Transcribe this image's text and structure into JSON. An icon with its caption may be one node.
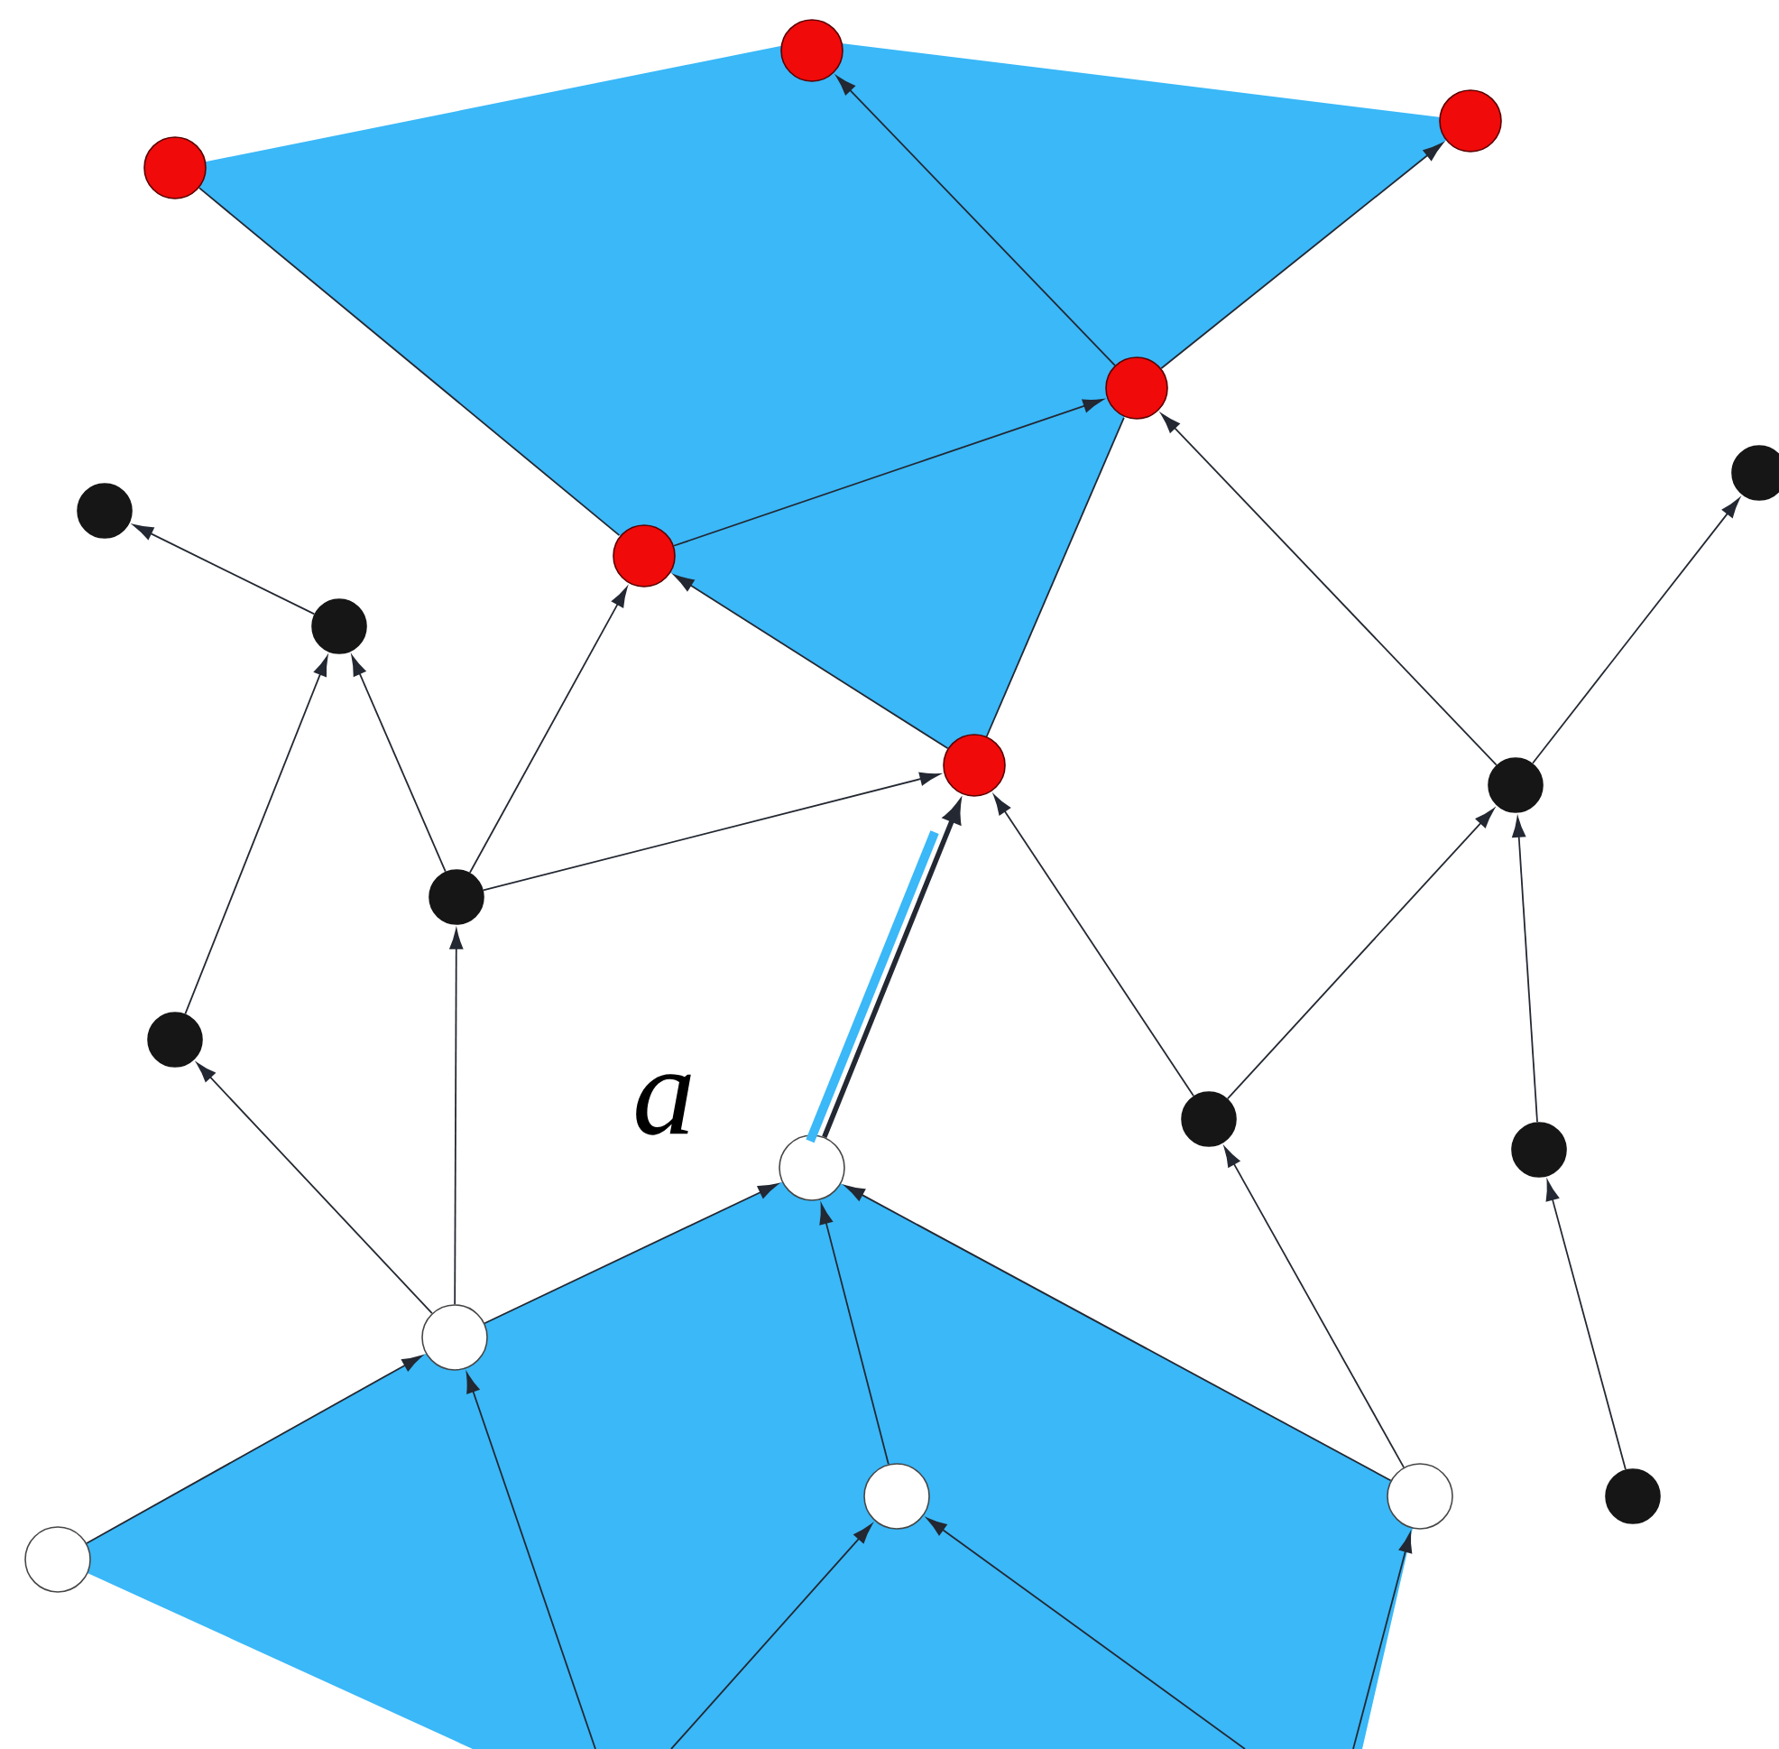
{
  "diagram": {
    "nodes": [
      {
        "text": [],
        "shape": "circle"
      },
      {
        "text": [],
        "shape": "circle"
      },
      {
        "text": [],
        "shape": "circle"
      },
      {
        "text": [],
        "shape": "circle"
      },
      {
        "text": [],
        "shape": "circle"
      },
      {
        "text": [],
        "shape": "circle"
      },
      {
        "text": [],
        "shape": "circle"
      },
      {
        "text": [],
        "shape": "circle"
      },
      {
        "text": [],
        "shape": "circle"
      },
      {
        "text": [],
        "shape": "circle"
      },
      {
        "text": [],
        "shape": "circle"
      },
      {
        "text": [],
        "shape": "circle"
      },
      {
        "text": [],
        "shape": "circle"
      },
      {
        "text": [],
        "shape": "circle"
      },
      {
        "text": [],
        "shape": "circle",
        "beside": [
          "a"
        ]
      },
      {
        "text": [],
        "shape": "circle"
      },
      {
        "text": [],
        "shape": "circle"
      },
      {
        "text": [],
        "shape": "circle"
      },
      {
        "text": [],
        "shape": "circle"
      },
      {
        "text": [],
        "shape": "circle"
      }
    ],
    "edges": [
      {
        "from": 7,
        "to": 5,
        "arrow": "to"
      },
      {
        "from": 10,
        "to": 7,
        "arrow": "to"
      },
      {
        "from": 11,
        "to": 7,
        "arrow": "to"
      },
      {
        "from": 10,
        "to": 6,
        "arrow": "to"
      },
      {
        "from": 10,
        "to": 8,
        "arrow": "to"
      },
      {
        "from": 15,
        "to": 11,
        "arrow": "to"
      },
      {
        "from": 15,
        "to": 10,
        "arrow": "to"
      },
      {
        "from": 19,
        "to": 15,
        "arrow": "to"
      },
      {
        "from": 15,
        "to": 14,
        "arrow": "to"
      },
      {
        "from": 16,
        "to": 14,
        "arrow": "to"
      },
      {
        "from": 17,
        "to": 14,
        "arrow": "to"
      },
      {
        "from": 14,
        "to": 8,
        "arrow": "to",
        "style": "thick"
      },
      {
        "from": 8,
        "to": 6,
        "arrow": "to"
      },
      {
        "from": 6,
        "to": 3,
        "arrow": "to"
      },
      {
        "from": 8,
        "to": 3,
        "arrow": "none"
      },
      {
        "from": 2,
        "to": 6,
        "arrow": "none"
      },
      {
        "from": 3,
        "to": 1,
        "arrow": "to"
      },
      {
        "from": 3,
        "to": 0,
        "arrow": "to"
      },
      {
        "from": 12,
        "to": 8,
        "arrow": "to"
      },
      {
        "from": 9,
        "to": 3,
        "arrow": "to"
      },
      {
        "from": 9,
        "to": 4,
        "arrow": "to"
      },
      {
        "from": 12,
        "to": 9,
        "arrow": "to"
      },
      {
        "from": 13,
        "to": 9,
        "arrow": "to"
      },
      {
        "from": 18,
        "to": 13,
        "arrow": "to"
      },
      {
        "from": 17,
        "to": 12,
        "arrow": "to"
      },
      {
        "from": null,
        "to": 15,
        "arrow": "to"
      },
      {
        "from": null,
        "to": 16,
        "arrow": "to"
      },
      {
        "from": null,
        "to": 16,
        "arrow": "to"
      },
      {
        "from": null,
        "to": 17,
        "arrow": "to"
      }
    ]
  }
}
